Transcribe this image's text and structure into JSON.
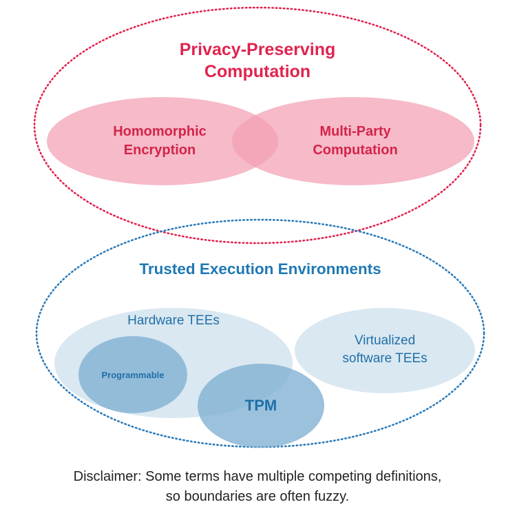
{
  "colors": {
    "ppc_border": "#e0244f",
    "ppc_fill": "#f2a0b3",
    "ppc_text": "#e0244f",
    "tee_border": "#2a7ab8",
    "tee_fill_light": "#d6e5f0",
    "tee_fill_mid": "#7fafd2",
    "tee_text": "#1f78b4"
  },
  "privacy_preserving": {
    "title_line1": "Privacy-Preserving",
    "title_line2": "Computation",
    "homomorphic_line1": "Homomorphic",
    "homomorphic_line2": "Encryption",
    "mpc_line1": "Multi-Party",
    "mpc_line2": "Computation"
  },
  "tee": {
    "title": "Trusted Execution Environments",
    "hardware": "Hardware TEEs",
    "programmable": "Programmable",
    "tpm": "TPM",
    "virtualized_line1": "Virtualized",
    "virtualized_line2": "software TEEs"
  },
  "disclaimer": {
    "line1": "Disclaimer: Some terms have multiple competing definitions,",
    "line2": "so boundaries are often fuzzy."
  }
}
